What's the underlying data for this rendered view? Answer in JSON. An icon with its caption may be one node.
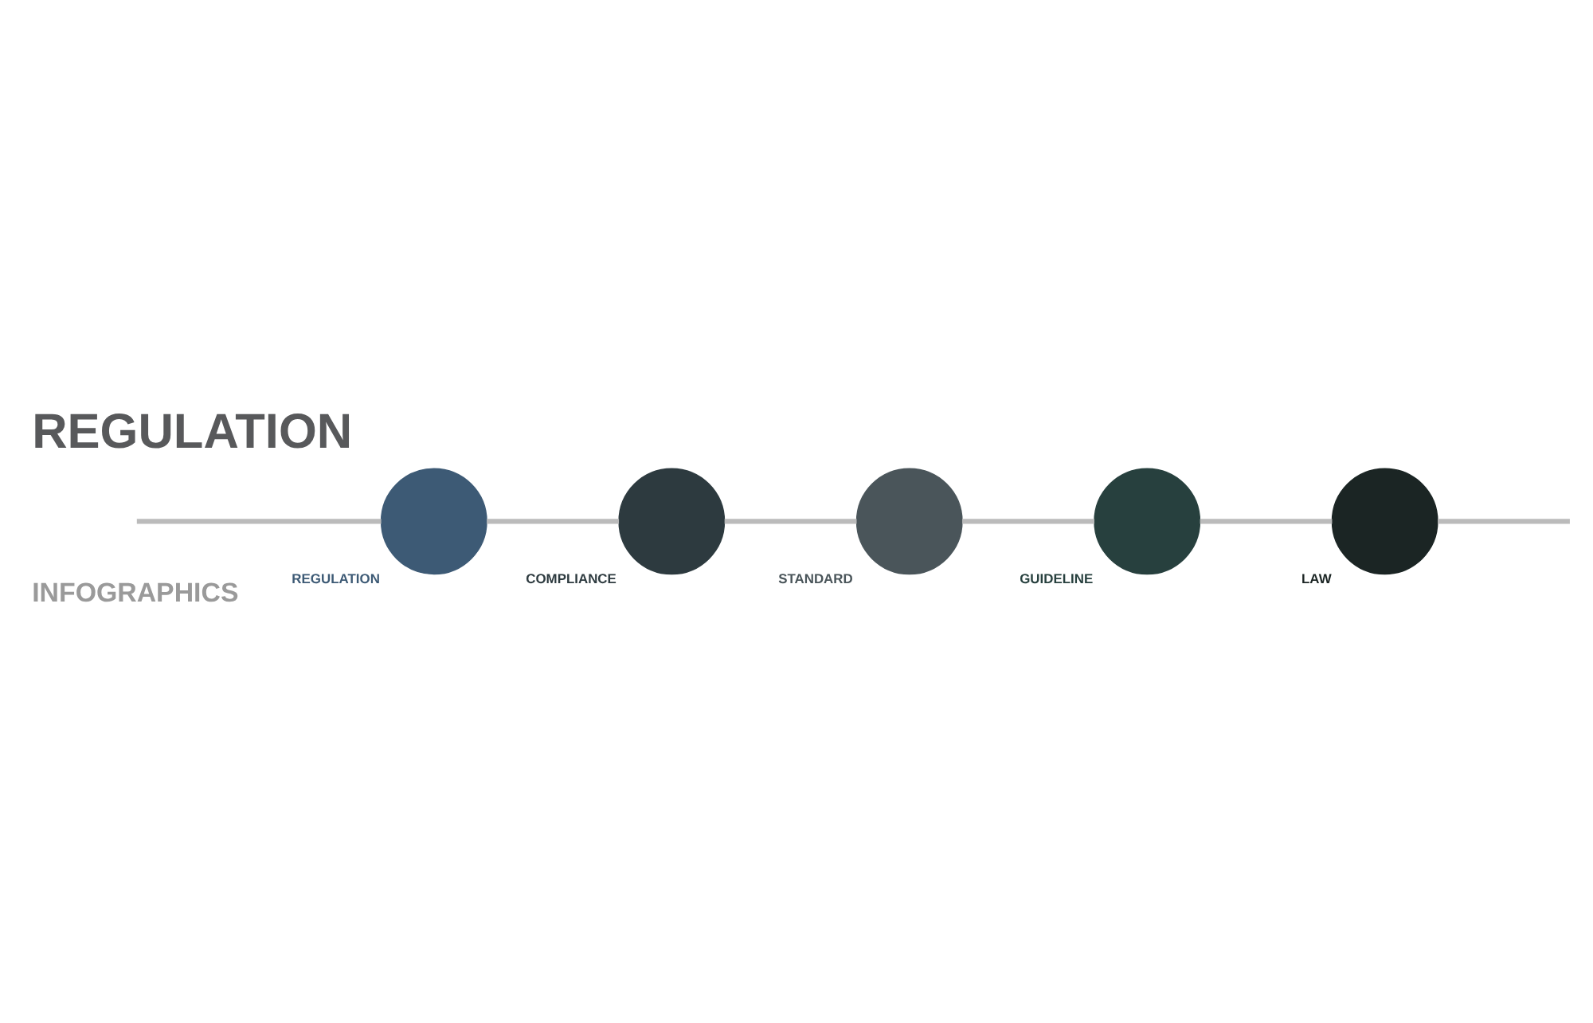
{
  "diagram": {
    "title": "REGULATION",
    "nodes": [
      {
        "text": [
          "REGULATION"
        ]
      },
      {
        "text": [
          "COMPLIANCE"
        ]
      },
      {
        "text": [
          "STANDARD"
        ]
      },
      {
        "text": [
          "GUIDELINE"
        ]
      },
      {
        "text": [
          "LAW"
        ]
      }
    ],
    "edges": [
      {
        "from": null,
        "to": 0,
        "arrow": "none"
      },
      {
        "from": 0,
        "to": 1,
        "arrow": "none"
      },
      {
        "from": 1,
        "to": 2,
        "arrow": "none"
      },
      {
        "from": 2,
        "to": 3,
        "arrow": "none"
      },
      {
        "from": 3,
        "to": 4,
        "arrow": "none"
      },
      {
        "from": 4,
        "to": null,
        "arrow": "none"
      }
    ],
    "labels": [
      "INFOGRAPHICS"
    ]
  }
}
